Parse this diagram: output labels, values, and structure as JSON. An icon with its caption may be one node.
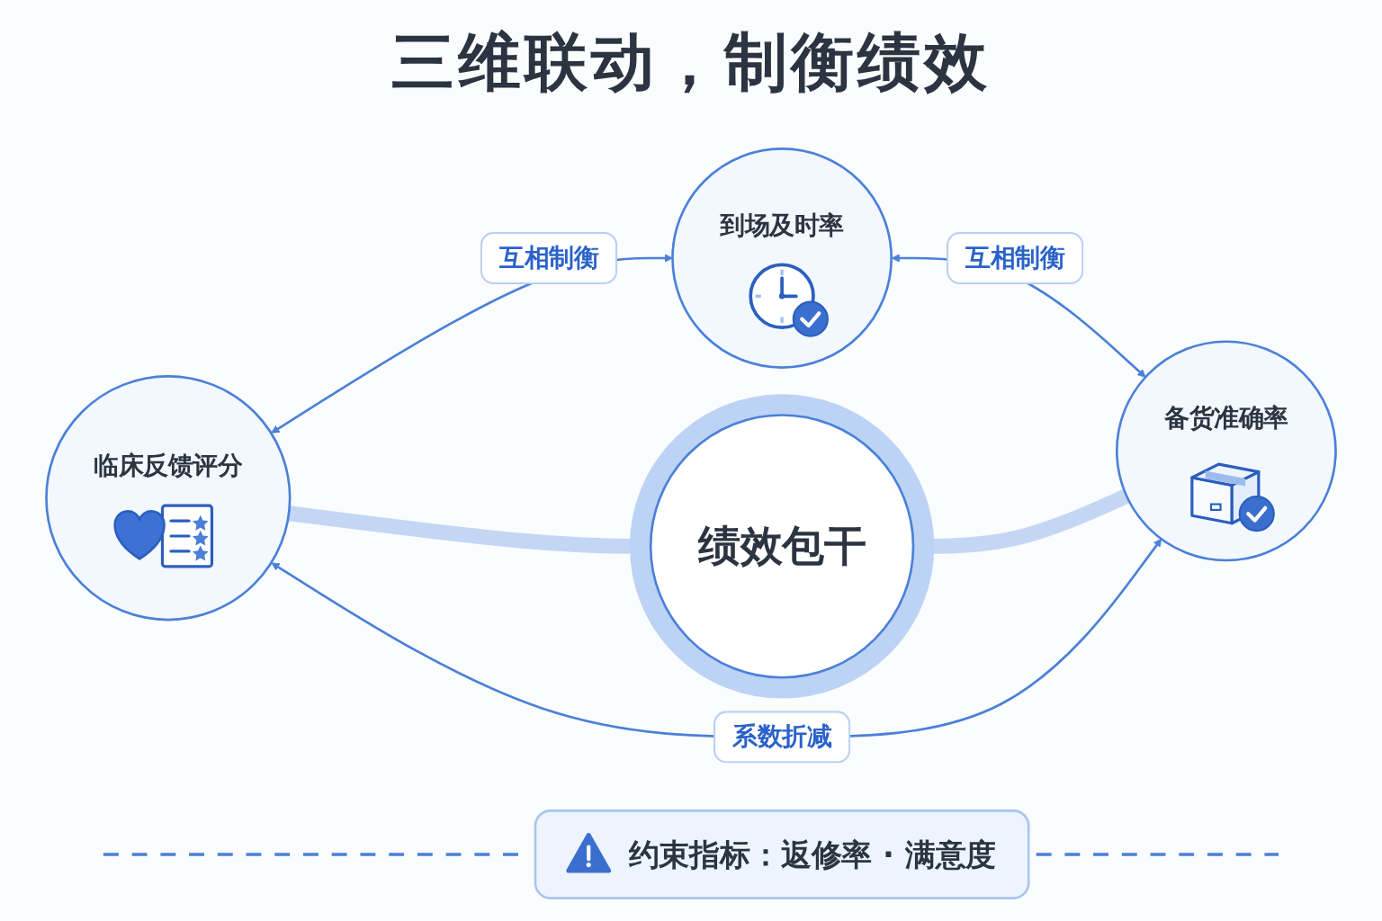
{
  "diagram": {
    "title": "三维联动，制衡绩效",
    "nodes": [
      {
        "text": [
          "到场及时率"
        ]
      },
      {
        "text": [
          "绩效包干"
        ]
      },
      {
        "text": [
          "临床反馈评分"
        ]
      },
      {
        "text": [
          "备货准确率"
        ]
      },
      {
        "text": [
          "约束指标：返修率 · 满意度"
        ]
      }
    ],
    "edges": [
      {
        "from": 2,
        "to": 0,
        "arrow": "both",
        "label": "互相制衡"
      },
      {
        "from": 0,
        "to": 3,
        "arrow": "both",
        "label": "互相制衡"
      },
      {
        "from": 2,
        "to": 1,
        "arrow": "none",
        "style": "thick",
        "color": "#c3d7f5"
      },
      {
        "from": 1,
        "to": 3,
        "arrow": "none",
        "style": "thick",
        "color": "#c3d7f5"
      },
      {
        "from": 2,
        "to": 3,
        "arrow": "both",
        "label": "系数折减"
      }
    ]
  }
}
